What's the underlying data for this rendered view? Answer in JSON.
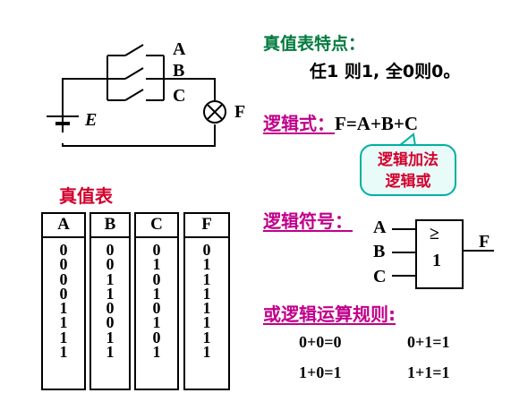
{
  "circuit": {
    "labels": {
      "a": "A",
      "b": "B",
      "c": "C",
      "e": "E",
      "f": "F"
    },
    "lamp_icon": "lamp-icon",
    "battery_icon": "battery-icon"
  },
  "features": {
    "title": "真值表特点：",
    "text": "任1 则1, 全0则0。"
  },
  "expression": {
    "label": "逻辑式：",
    "formula": "F=A+B+C",
    "callout_line1": "逻辑加法",
    "callout_line2": "逻辑或"
  },
  "truth_table": {
    "title": "真值表",
    "headers": [
      "A",
      "B",
      "C",
      "F"
    ],
    "columns": [
      [
        "0",
        "0",
        "0",
        "0",
        "1",
        "1",
        "1",
        "1"
      ],
      [
        "0",
        "0",
        "1",
        "1",
        "0",
        "0",
        "1",
        "1"
      ],
      [
        "0",
        "1",
        "0",
        "1",
        "0",
        "1",
        "0",
        "1"
      ],
      [
        "0",
        "1",
        "1",
        "1",
        "1",
        "1",
        "1",
        "1"
      ]
    ]
  },
  "symbol": {
    "label": "逻辑符号：",
    "inputs": [
      "A",
      "B",
      "C"
    ],
    "output": "F",
    "gate_top": "≥",
    "gate_bottom": "1"
  },
  "rules": {
    "title": "或逻辑运算规则:",
    "items": [
      "0+0=0",
      "0+1=1",
      "1+0=1",
      "1+1=1"
    ]
  },
  "colors": {
    "title_green": "#007a3d",
    "label_magenta": "#c0008a",
    "accent_red": "#d4002c",
    "callout_border": "#00b0a0"
  }
}
